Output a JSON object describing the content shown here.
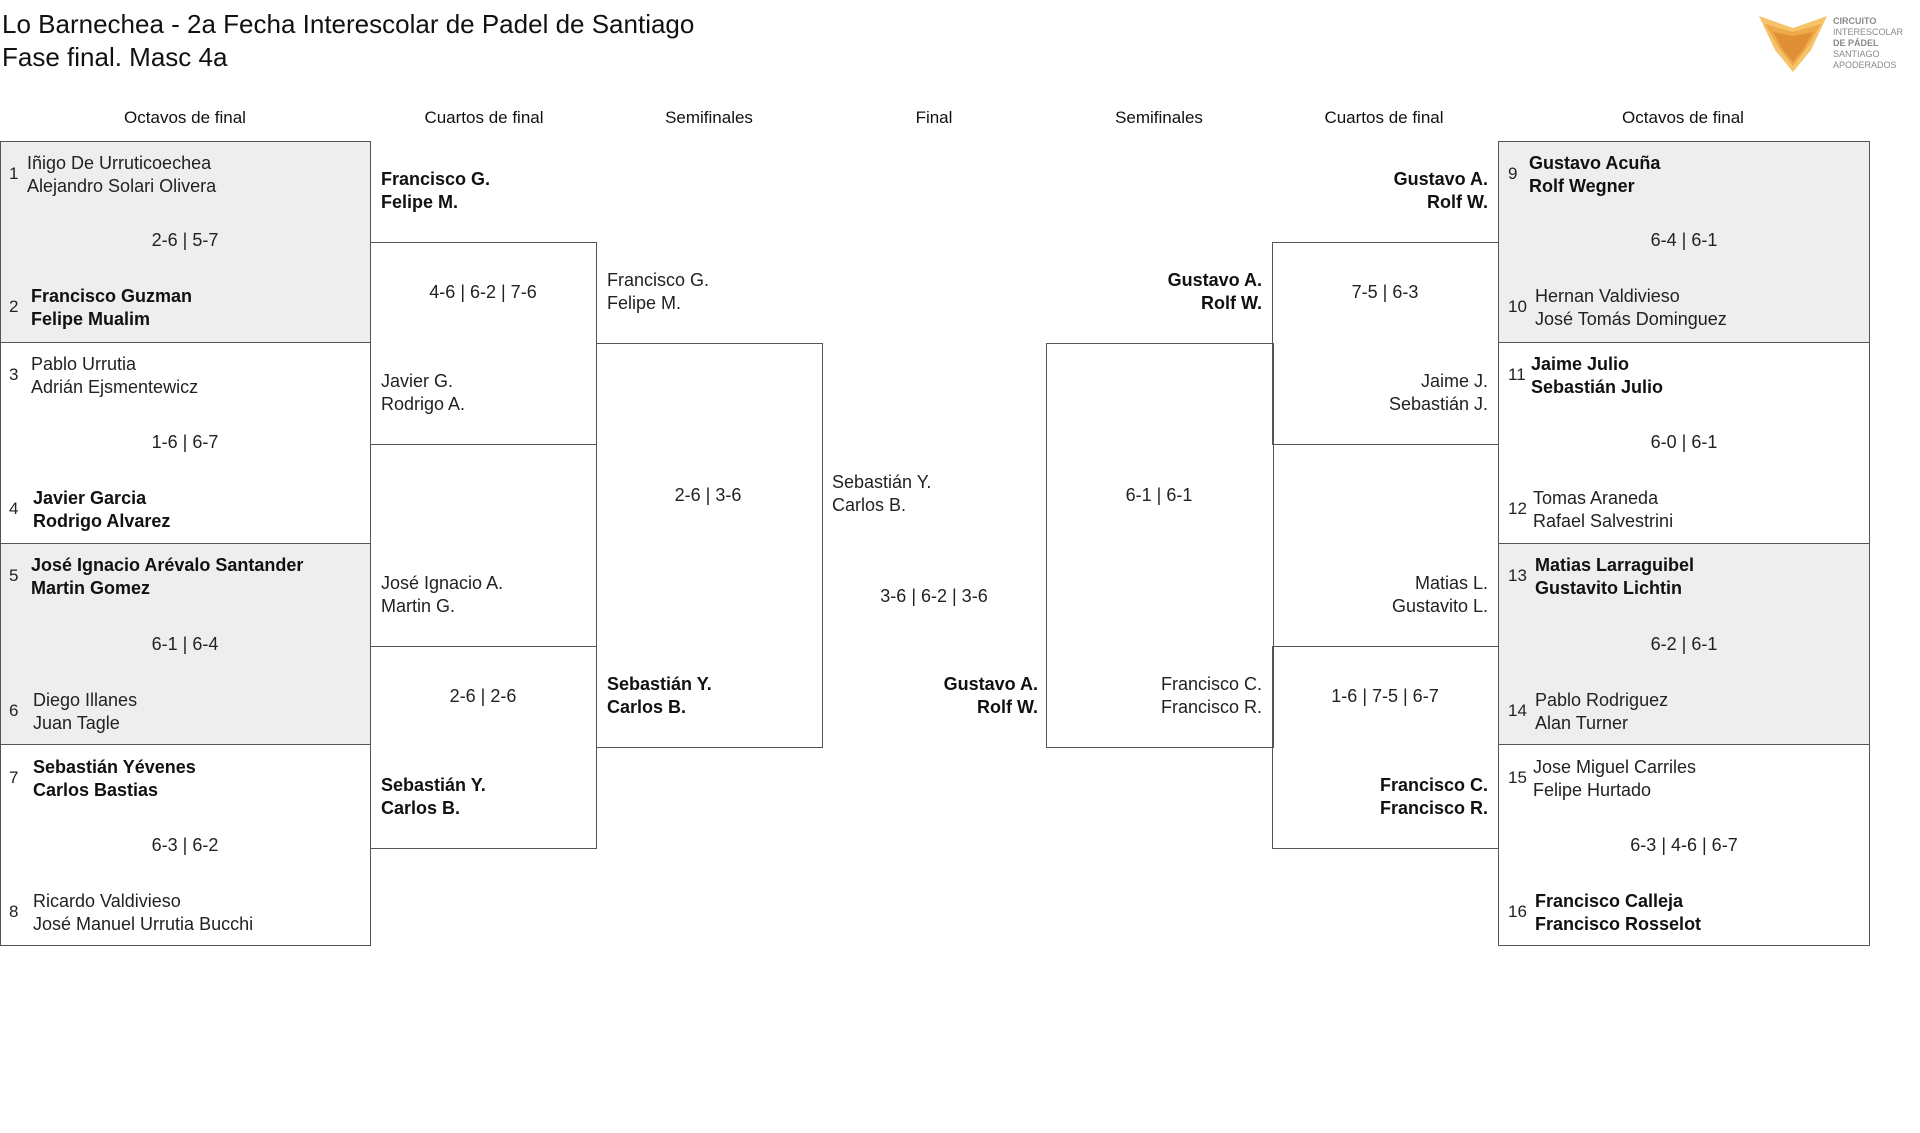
{
  "header": {
    "title_line1": "Lo Barnechea - 2a Fecha Interescolar de Padel de Santiago",
    "title_line2": "Fase final. Masc 4a"
  },
  "logo": {
    "icon": "fox-logo-icon",
    "line1": "CIRCUITO",
    "line2": "INTERESCOLAR",
    "line3": "DE PÁDEL",
    "line4": "SANTIAGO",
    "line5": "APODERADOS"
  },
  "rounds": {
    "left": [
      "Octavos de final",
      "Cuartos de final",
      "Semifinales"
    ],
    "final": "Final",
    "right": [
      "Semifinales",
      "Cuartos de final",
      "Octavos de final"
    ]
  },
  "octavos": [
    {
      "seed_a": "1",
      "a1": "Iñigo De Urruticoechea",
      "a2": "Alejandro Solari Olivera",
      "score": "2-6 | 5-7",
      "seed_b": "2",
      "b1": "Francisco Guzman",
      "b2": "Felipe Mualim"
    },
    {
      "seed_a": "3",
      "a1": "Pablo Urrutia",
      "a2": "Adrián Ejsmentewicz",
      "score": "1-6 | 6-7",
      "seed_b": "4",
      "b1": "Javier Garcia",
      "b2": "Rodrigo Alvarez"
    },
    {
      "seed_a": "5",
      "a1": "José Ignacio Arévalo Santander",
      "a2": "Martin Gomez",
      "score": "6-1 | 6-4",
      "seed_b": "6",
      "b1": "Diego Illanes",
      "b2": "Juan Tagle"
    },
    {
      "seed_a": "7",
      "a1": "Sebastián Yévenes",
      "a2": "Carlos Bastias",
      "score": "6-3 | 6-2",
      "seed_b": "8",
      "b1": "Ricardo Valdivieso",
      "b2": "José Manuel Urrutia Bucchi"
    },
    {
      "seed_a": "9",
      "a1": "Gustavo Acuña",
      "a2": "Rolf Wegner",
      "score": "6-4 | 6-1",
      "seed_b": "10",
      "b1": "Hernan Valdivieso",
      "b2": "José Tomás Dominguez"
    },
    {
      "seed_a": "11",
      "a1": "Jaime Julio",
      "a2": "Sebastián Julio",
      "score": "6-0 | 6-1",
      "seed_b": "12",
      "b1": "Tomas Araneda",
      "b2": "Rafael Salvestrini"
    },
    {
      "seed_a": "13",
      "a1": "Matias Larraguibel",
      "a2": "Gustavito Lichtin",
      "score": "6-2 | 6-1",
      "seed_b": "14",
      "b1": "Pablo Rodriguez",
      "b2": "Alan Turner"
    },
    {
      "seed_a": "15",
      "a1": "Jose Miguel Carriles",
      "a2": "Felipe Hurtado",
      "score": "6-3 | 4-6 | 6-7",
      "seed_b": "16",
      "b1": "Francisco Calleja",
      "b2": "Francisco Rosselot"
    }
  ],
  "cuartos": [
    {
      "a1": "Francisco G.",
      "a2": "Felipe M.",
      "score": "4-6 | 6-2 | 7-6",
      "b1": "Javier G.",
      "b2": "Rodrigo A."
    },
    {
      "a1": "José Ignacio A.",
      "a2": "Martin G.",
      "score": "2-6 | 2-6",
      "b1": "Sebastián Y.",
      "b2": "Carlos B."
    },
    {
      "a1": "Gustavo A.",
      "a2": "Rolf W.",
      "score": "7-5 | 6-3",
      "b1": "Jaime J.",
      "b2": "Sebastián J."
    },
    {
      "a1": "Matias L.",
      "a2": "Gustavito L.",
      "score": "1-6 | 7-5 | 6-7",
      "b1": "Francisco C.",
      "b2": "Francisco R."
    }
  ],
  "semis": [
    {
      "a1": "Francisco G.",
      "a2": "Felipe M.",
      "score": "2-6 | 3-6",
      "b1": "Sebastián Y.",
      "b2": "Carlos B."
    },
    {
      "a1": "Gustavo A.",
      "a2": "Rolf W.",
      "score": "6-1 | 6-1",
      "b1": "Francisco C.",
      "b2": "Francisco R."
    }
  ],
  "final": {
    "a1": "Sebastián Y.",
    "a2": "Carlos B.",
    "score": "3-6 | 6-2 | 3-6",
    "b1": "Gustavo A.",
    "b2": "Rolf W."
  }
}
